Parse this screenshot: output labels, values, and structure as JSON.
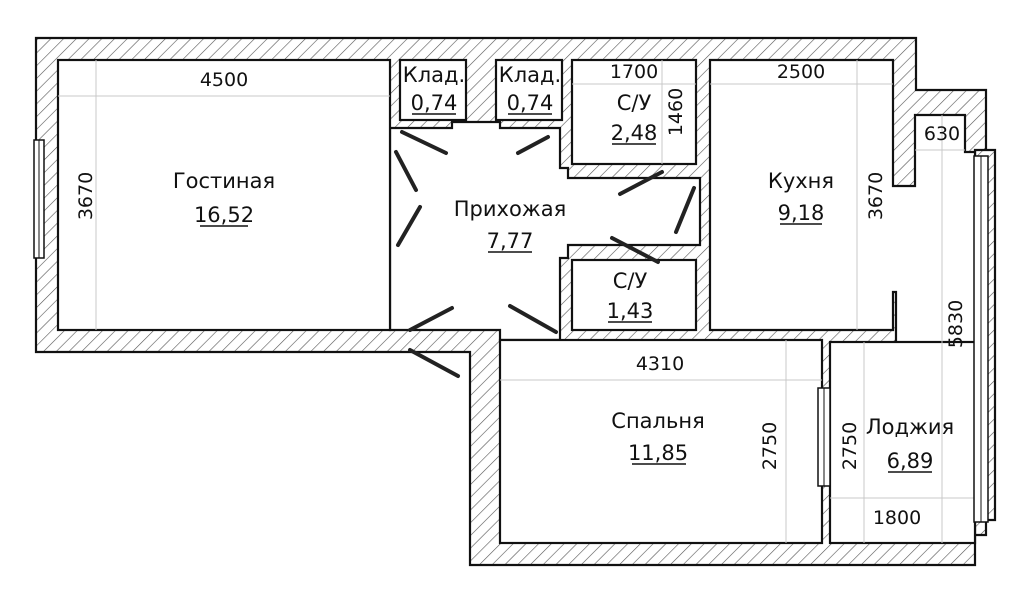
{
  "rooms": {
    "living": {
      "name": "Гостиная",
      "area": "16,52"
    },
    "closet1": {
      "name": "Клад.",
      "area": "0,74"
    },
    "closet2": {
      "name": "Клад.",
      "area": "0,74"
    },
    "bath1": {
      "name": "С/У",
      "area": "2,48"
    },
    "kitchen": {
      "name": "Кухня",
      "area": "9,18"
    },
    "hall": {
      "name": "Прихожая",
      "area": "7,77"
    },
    "bath2": {
      "name": "С/У",
      "area": "1,43"
    },
    "bedroom": {
      "name": "Спальня",
      "area": "11,85"
    },
    "loggia": {
      "name": "Лоджия",
      "area": "6,89"
    }
  },
  "dimensions": {
    "living_width": "4500",
    "living_height": "3670",
    "bath1_width": "1700",
    "bath1_height": "1460",
    "kitchen_width": "2500",
    "kitchen_height": "3670",
    "kitchen_notch": "630",
    "loggia_total": "5830",
    "bedroom_width": "4310",
    "bedroom_height": "2750",
    "loggia_height": "2750",
    "loggia_width": "1800"
  }
}
